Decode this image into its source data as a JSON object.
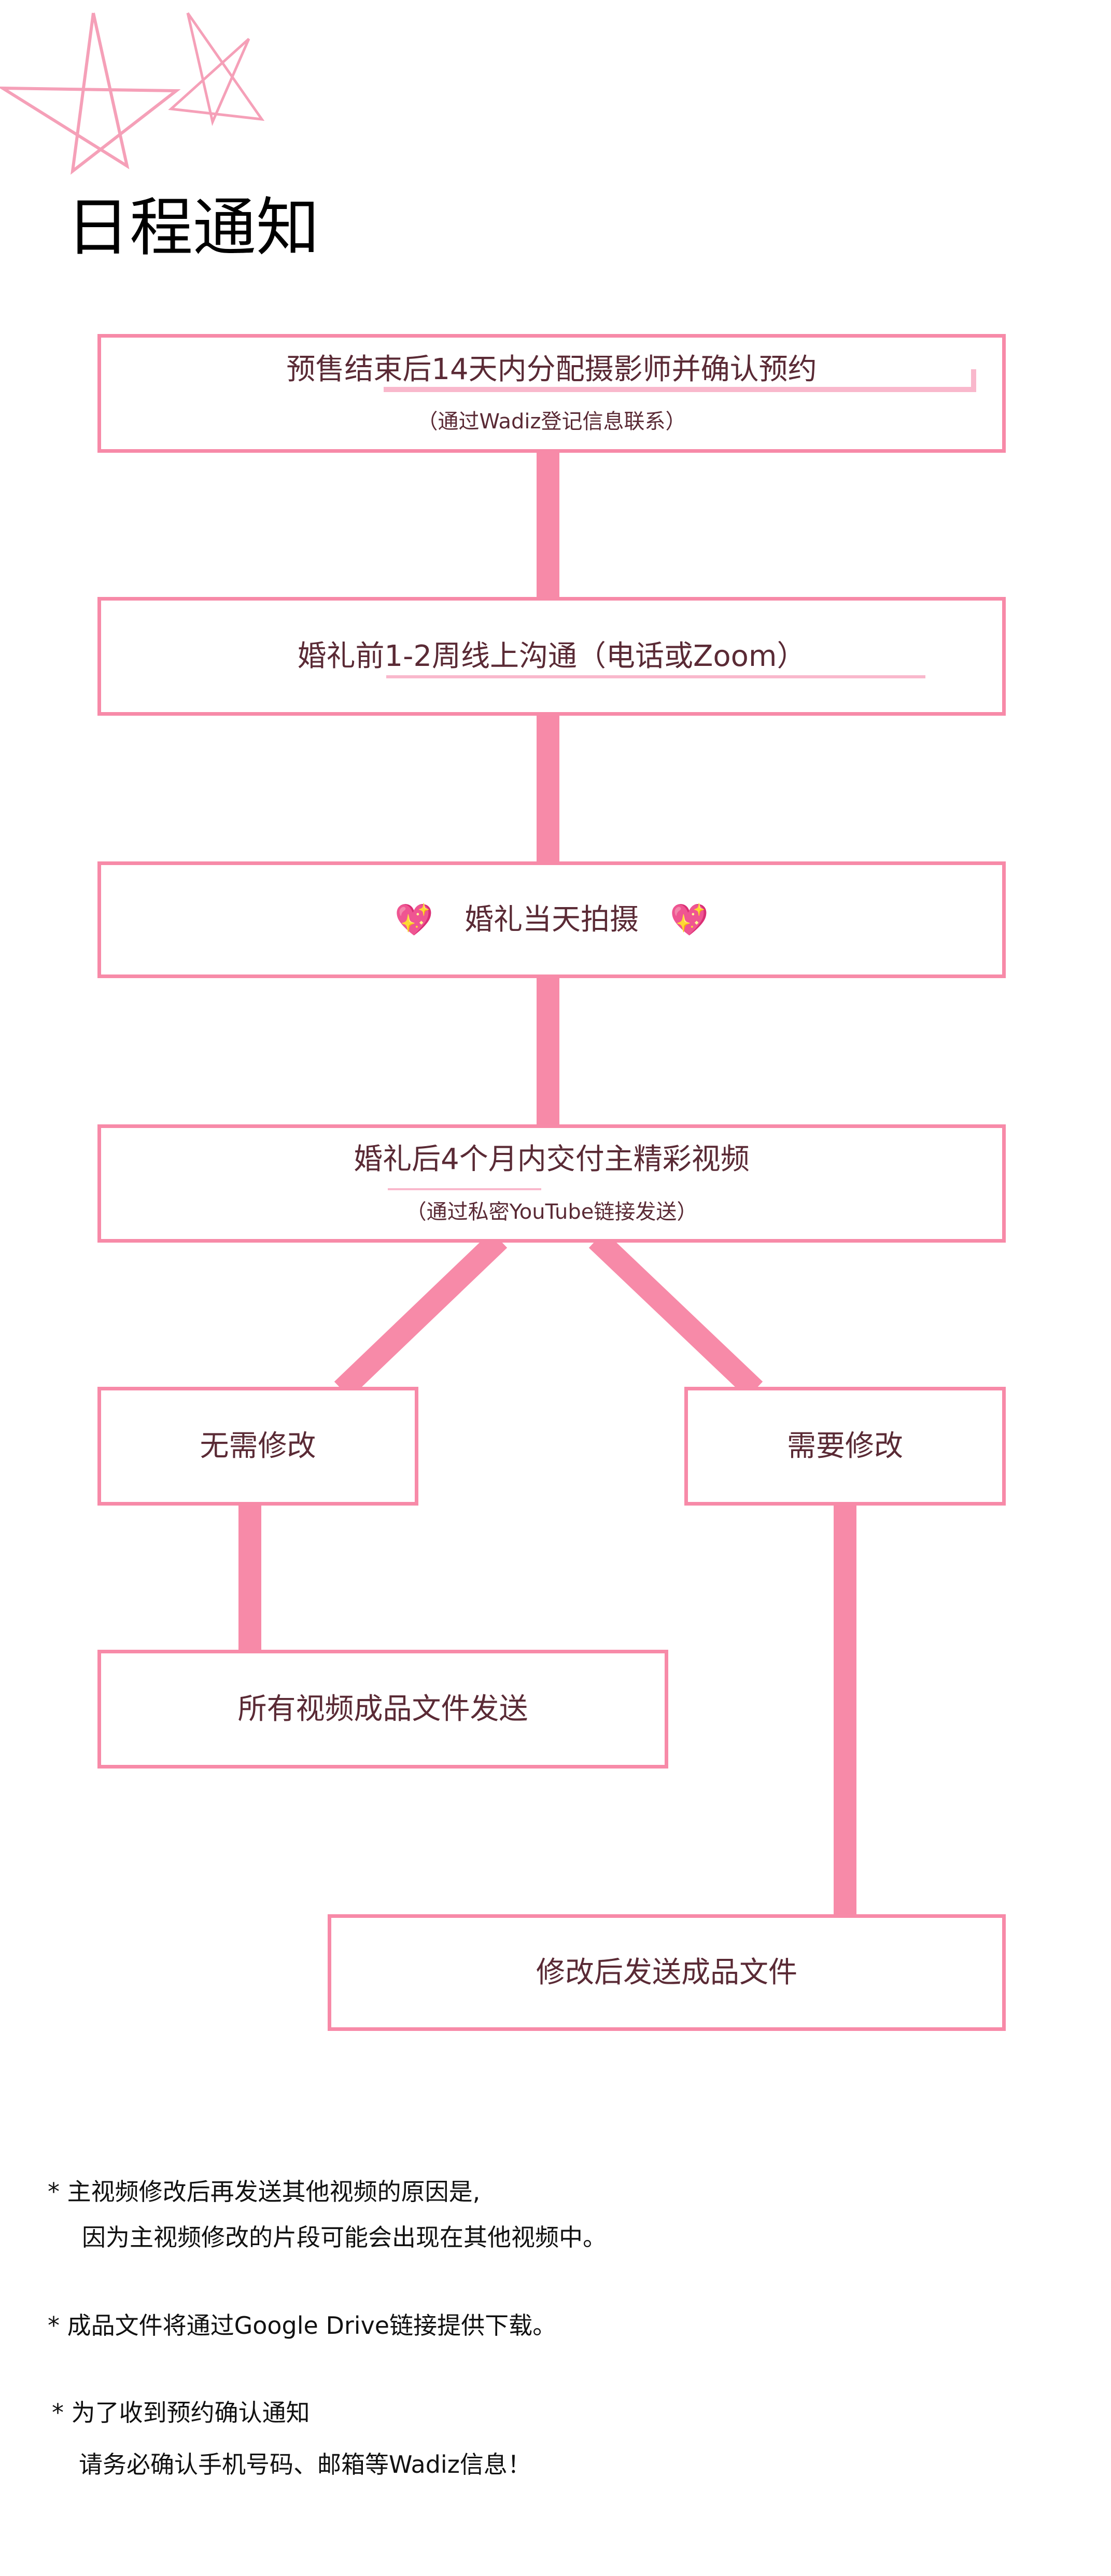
{
  "title": "日程通知",
  "colors": {
    "accent": "#f78aa8",
    "text": "#5a2a35",
    "highlight": "#f9b8cc"
  },
  "steps": [
    {
      "label": "预售结束后14天内分配摄影师并确认预约",
      "sub": "（通过Wadiz登记信息联系）"
    },
    {
      "label": "婚礼前1-2周线上沟通（电话或Zoom）"
    },
    {
      "label": "婚礼当天拍摄",
      "icon": "sparkling-heart-icon"
    },
    {
      "label": "婚礼后4个月内交付主精彩视频",
      "sub": "（通过私密YouTube链接发送）"
    }
  ],
  "branches": {
    "left": {
      "label": "无需修改",
      "result": "所有视频成品文件发送"
    },
    "right": {
      "label": "需要修改",
      "result": "修改后发送成品文件"
    }
  },
  "notes": [
    {
      "line1": "* 主视频修改后再发送其他视频的原因是,",
      "line2": "因为主视频修改的片段可能会出现在其他视频中。"
    },
    {
      "line1": "* 成品文件将通过Google Drive链接提供下载。"
    },
    {
      "line1": "* 为了收到预约确认通知",
      "line2": "请务必确认手机号码、邮箱等Wadiz信息！"
    }
  ],
  "heart_glyph": "💖"
}
